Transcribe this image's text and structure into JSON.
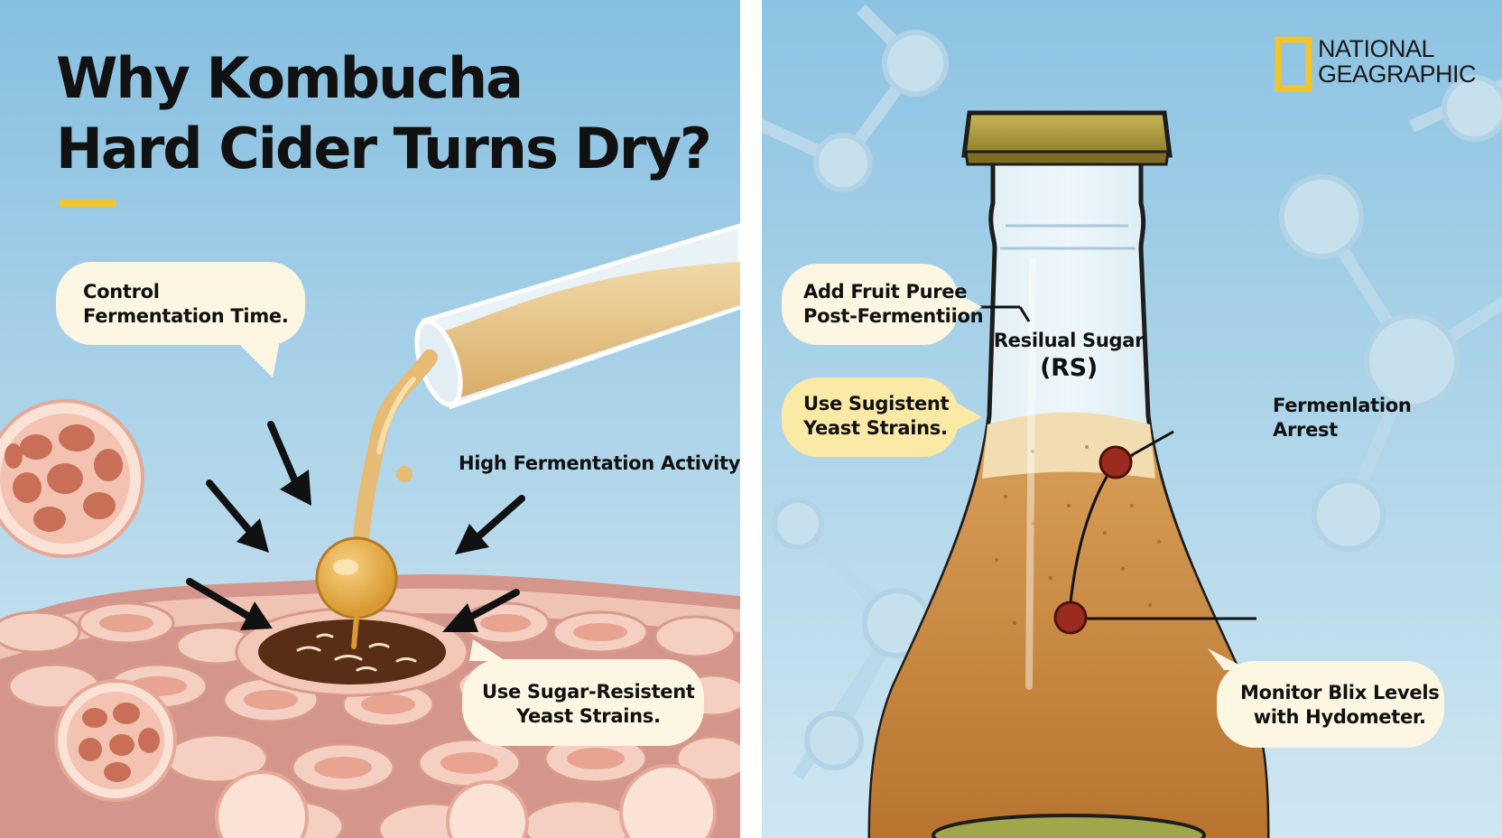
{
  "title": {
    "line1": "Why Kombucha",
    "line2": "Hard Cider Turns Dry?"
  },
  "left_panel": {
    "bubble_control": {
      "line1": "Control",
      "line2": "Fermentation Time."
    },
    "label_activity": "High Fermentation Activity",
    "bubble_yeast": {
      "line1": "Use Sugar-Resistent",
      "line2": "Yeast Strains."
    }
  },
  "right_panel": {
    "logo": {
      "line1": "NATIONAL",
      "line2": "GEAGRAPHIC"
    },
    "bubble_fruit": {
      "line1": "Add Fruit Puree",
      "line2": "Post-Fermentiion"
    },
    "bubble_yeast": {
      "line1": "Use Sugistent",
      "line2": "Yeast Strains."
    },
    "label_rs": {
      "line1": "Resilual Sugar",
      "line2": "(RS)"
    },
    "label_arrest": {
      "line1": "Fermenlation",
      "line2": "Arrest"
    },
    "bubble_monitor": {
      "line1": "Monitor Blix Levels",
      "line2": "with Hydometer."
    }
  },
  "colors": {
    "sky_top": "#86bfe0",
    "sky_bottom": "#cfe6f1",
    "accent_yellow": "#f3c52b",
    "bubble_fill": "#fdf6e2",
    "bubble_yellow": "#fbe9a6",
    "cider": "#c98a3a",
    "marker_red": "#9b2a1f"
  },
  "icons": [
    "arrow-icon",
    "yeast-cell-icon",
    "molecule-icon",
    "logo-frame-icon"
  ]
}
